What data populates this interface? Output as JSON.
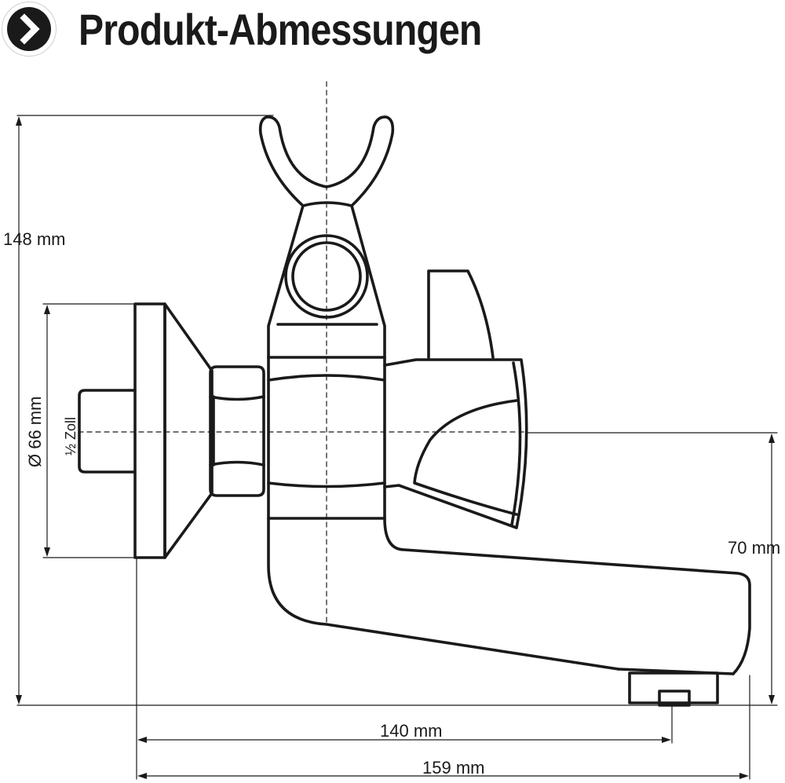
{
  "header": {
    "title": "Produkt-Abmessungen",
    "badge_icon": "chevron-right-icon"
  },
  "dimensions": {
    "height_total": "148 mm",
    "flange_diameter": "Ø 66 mm",
    "thread": "½ Zoll",
    "spout_height": "70 mm",
    "reach_short": "140 mm",
    "reach_total": "159 mm"
  },
  "colors": {
    "ink": "#1a1a1a",
    "background": "#ffffff"
  }
}
